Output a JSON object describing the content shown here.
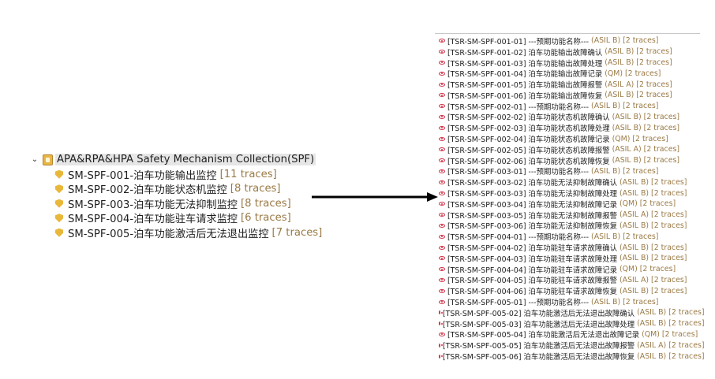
{
  "left_tree": {
    "root": {
      "label": "APA&RPA&HPA Safety Mechanism Collection(SPF)"
    },
    "children": [
      {
        "label": "SM-SPF-001-泊车功能输出监控",
        "traces": "[11 traces]"
      },
      {
        "label": "SM-SPF-002-泊车功能状态机监控",
        "traces": "[8 traces]"
      },
      {
        "label": "SM-SPF-003-泊车功能无法抑制监控",
        "traces": "[8 traces]"
      },
      {
        "label": "SM-SPF-004-泊车功能驻车请求监控",
        "traces": "[6 traces]"
      },
      {
        "label": "SM-SPF-005-泊车功能激活后无法退出监控",
        "traces": "[7 traces]"
      }
    ]
  },
  "requirements": [
    {
      "text": "[TSR-SM-SPF-001-01] ---预期功能名称---",
      "meta": "(ASIL B) [2 traces]"
    },
    {
      "text": "[TSR-SM-SPF-001-02] 泊车功能输出故障确认",
      "meta": "(ASIL B) [2 traces]"
    },
    {
      "text": "[TSR-SM-SPF-001-03] 泊车功能输出故障处理",
      "meta": "(ASIL B) [2 traces]"
    },
    {
      "text": "[TSR-SM-SPF-001-04] 泊车功能输出故障记录",
      "meta": "(QM) [2 traces]"
    },
    {
      "text": "[TSR-SM-SPF-001-05] 泊车功能输出故障报警",
      "meta": "(ASIL A) [2 traces]"
    },
    {
      "text": "[TSR-SM-SPF-001-06] 泊车功能输出故障恢复",
      "meta": "(ASIL B) [2 traces]"
    },
    {
      "text": "[TSR-SM-SPF-002-01] ---预期功能名称---",
      "meta": "(ASIL B) [2 traces]"
    },
    {
      "text": "[TSR-SM-SPF-002-02] 泊车功能状态机故障确认",
      "meta": "(ASIL B) [2 traces]"
    },
    {
      "text": "[TSR-SM-SPF-002-03] 泊车功能状态机故障处理",
      "meta": "(ASIL B) [2 traces]"
    },
    {
      "text": "[TSR-SM-SPF-002-04] 泊车功能状态机故障记录",
      "meta": "(QM) [2 traces]"
    },
    {
      "text": "[TSR-SM-SPF-002-05] 泊车功能状态机故障报警",
      "meta": "(ASIL A) [2 traces]"
    },
    {
      "text": "[TSR-SM-SPF-002-06] 泊车功能状态机故障恢复",
      "meta": "(ASIL B) [2 traces]"
    },
    {
      "text": "[TSR-SM-SPF-003-01] ---预期功能名称---",
      "meta": "(ASIL B) [2 traces]"
    },
    {
      "text": "[TSR-SM-SPF-003-02] 泊车功能无法抑制故障确认",
      "meta": "(ASIL B) [2 traces]"
    },
    {
      "text": "[TSR-SM-SPF-003-03] 泊车功能无法抑制故障处理",
      "meta": "(ASIL B) [2 traces]"
    },
    {
      "text": "[TSR-SM-SPF-003-04] 泊车功能无法抑制故障记录",
      "meta": "(QM) [2 traces]"
    },
    {
      "text": "[TSR-SM-SPF-003-05] 泊车功能无法抑制故障报警",
      "meta": "(ASIL A) [2 traces]"
    },
    {
      "text": "[TSR-SM-SPF-003-06] 泊车功能无法抑制故障恢复",
      "meta": "(ASIL B) [2 traces]"
    },
    {
      "text": "[TSR-SM-SPF-004-01] ---预期功能名称---",
      "meta": "(ASIL B) [2 traces]"
    },
    {
      "text": "[TSR-SM-SPF-004-02] 泊车功能驻车请求故障确认",
      "meta": "(ASIL B) [2 traces]"
    },
    {
      "text": "[TSR-SM-SPF-004-03] 泊车功能驻车请求故障处理",
      "meta": "(ASIL B) [2 traces]"
    },
    {
      "text": "[TSR-SM-SPF-004-04] 泊车功能驻车请求故障记录",
      "meta": "(QM) [2 traces]"
    },
    {
      "text": "[TSR-SM-SPF-004-05] 泊车功能驻车请求故障报警",
      "meta": "(ASIL A) [2 traces]"
    },
    {
      "text": "[TSR-SM-SPF-004-06] 泊车功能驻车请求故障恢复",
      "meta": "(ASIL B) [2 traces]"
    },
    {
      "text": "[TSR-SM-SPF-005-01] ---预期功能名称---",
      "meta": "(ASIL B) [2 traces]"
    },
    {
      "text": "[TSR-SM-SPF-005-02] 泊车功能激活后无法退出故障确认",
      "meta": "(ASIL B) [2 traces]"
    },
    {
      "text": "[TSR-SM-SPF-005-03] 泊车功能激活后无法退出故障处理",
      "meta": "(ASIL B) [2 traces]"
    },
    {
      "text": "[TSR-SM-SPF-005-04] 泊车功能激活后无法退出故障记录",
      "meta": "(QM) [2 traces]"
    },
    {
      "text": "[TSR-SM-SPF-005-05] 泊车功能激活后无法退出故障报警",
      "meta": "(ASIL A) [2 traces]"
    },
    {
      "text": "[TSR-SM-SPF-005-06] 泊车功能激活后无法退出故障恢复",
      "meta": "(ASIL B) [2 traces]"
    }
  ]
}
